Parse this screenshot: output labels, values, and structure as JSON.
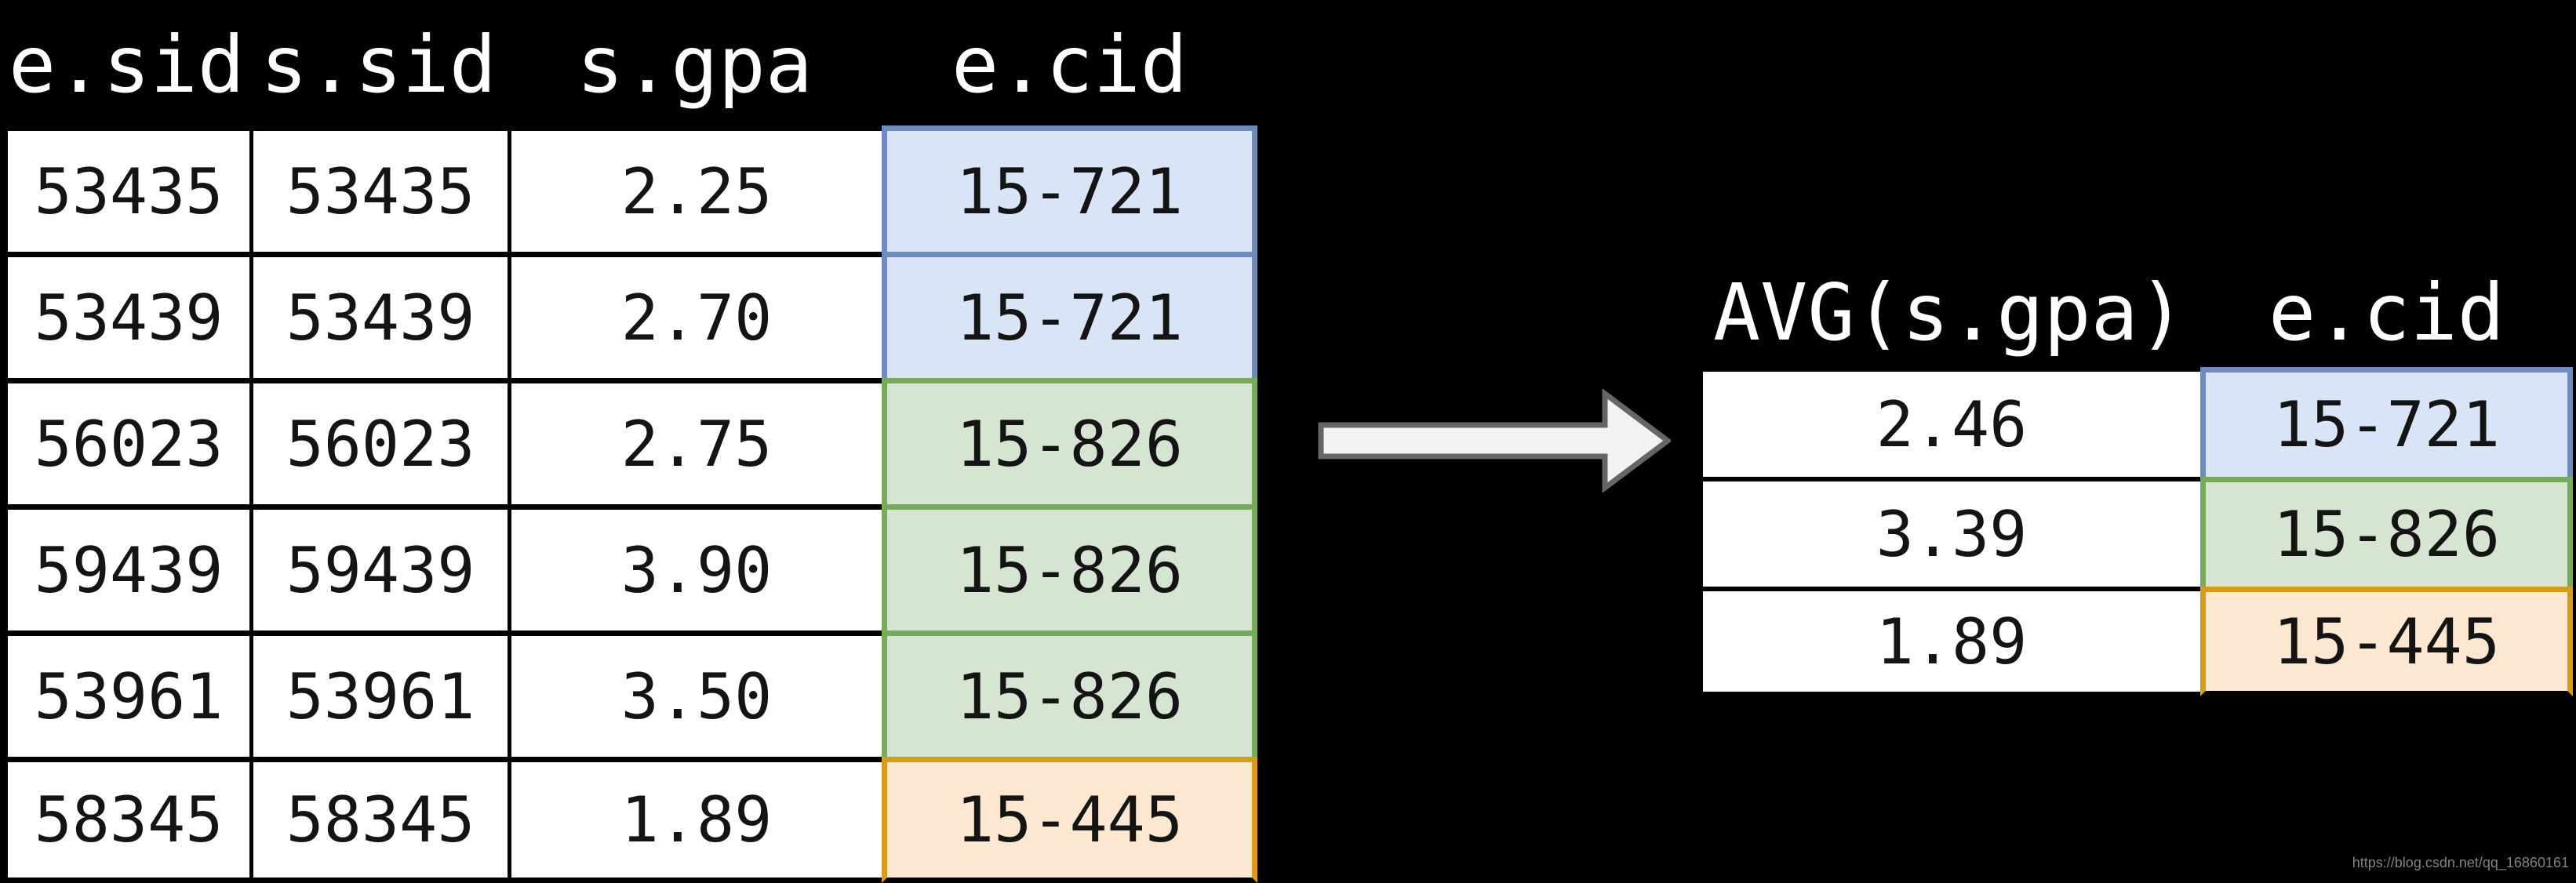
{
  "left_table": {
    "headers": [
      "e.sid",
      "s.sid",
      "s.gpa",
      "e.cid"
    ],
    "rows": [
      {
        "e_sid": "53435",
        "s_sid": "53435",
        "s_gpa": "2.25",
        "e_cid": "15-721",
        "group": "blue"
      },
      {
        "e_sid": "53439",
        "s_sid": "53439",
        "s_gpa": "2.70",
        "e_cid": "15-721",
        "group": "blue"
      },
      {
        "e_sid": "56023",
        "s_sid": "56023",
        "s_gpa": "2.75",
        "e_cid": "15-826",
        "group": "green"
      },
      {
        "e_sid": "59439",
        "s_sid": "59439",
        "s_gpa": "3.90",
        "e_cid": "15-826",
        "group": "green"
      },
      {
        "e_sid": "53961",
        "s_sid": "53961",
        "s_gpa": "3.50",
        "e_cid": "15-826",
        "group": "green"
      },
      {
        "e_sid": "58345",
        "s_sid": "58345",
        "s_gpa": "1.89",
        "e_cid": "15-445",
        "group": "orange"
      }
    ]
  },
  "right_table": {
    "headers": [
      "AVG(s.gpa)",
      "e.cid"
    ],
    "rows": [
      {
        "avg_gpa": "2.46",
        "e_cid": "15-721",
        "group": "blue"
      },
      {
        "avg_gpa": "3.39",
        "e_cid": "15-826",
        "group": "green"
      },
      {
        "avg_gpa": "1.89",
        "e_cid": "15-445",
        "group": "orange"
      }
    ]
  },
  "arrow": {
    "direction": "right"
  },
  "watermark": {
    "url": "https://blog.csdn.net/qq_16860161"
  },
  "colors": {
    "background": "#000000",
    "blue_fill": "#d9e5f6",
    "blue_border": "#6d8cbd",
    "green_fill": "#d6e5d2",
    "green_border": "#77ab5c",
    "orange_fill": "#fce7d0",
    "orange_border": "#d89c1a",
    "arrow_fill": "#f2f2f2",
    "arrow_stroke": "#666666"
  }
}
